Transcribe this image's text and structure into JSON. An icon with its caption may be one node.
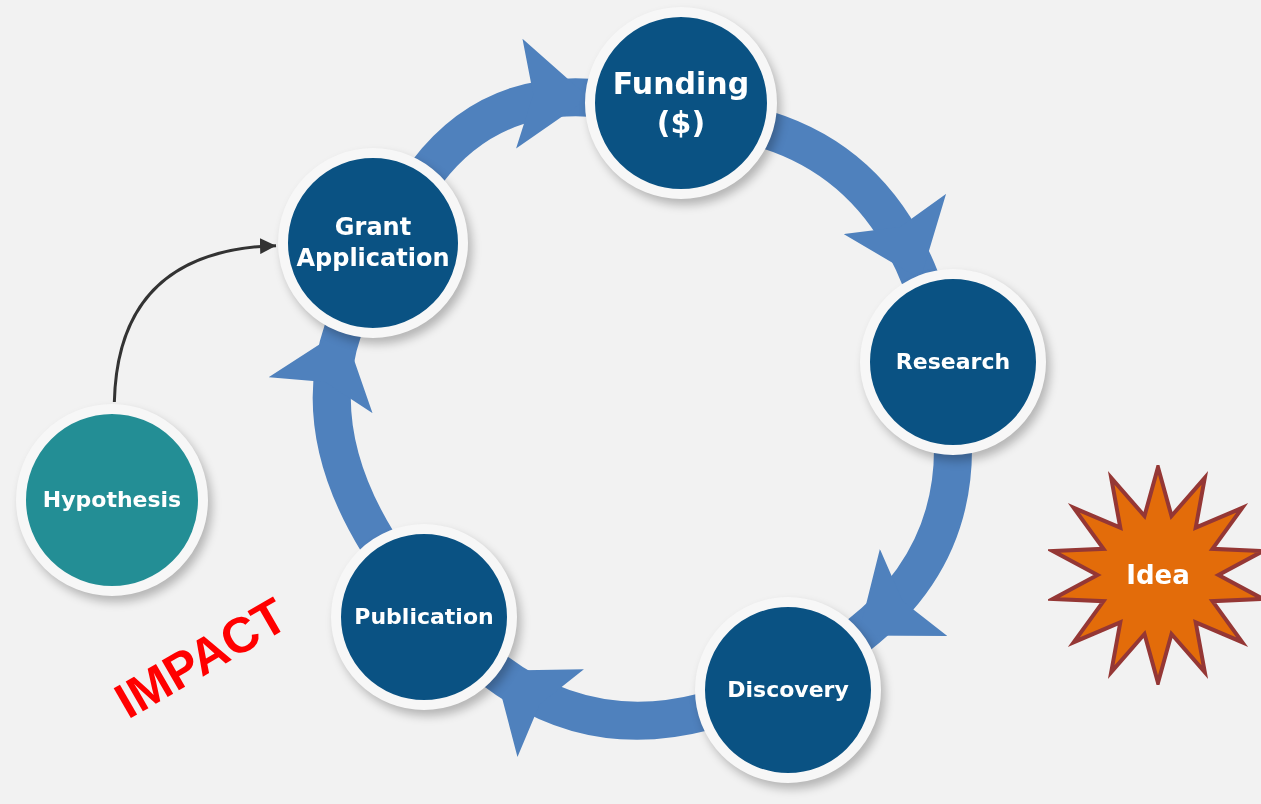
{
  "diagram": {
    "nodes": [
      {
        "text": [
          "Funding ($)"
        ]
      },
      {
        "text": [
          "Research"
        ]
      },
      {
        "text": [
          "Discovery"
        ]
      },
      {
        "text": [
          "Publication"
        ]
      },
      {
        "text": [
          "Grant Application"
        ]
      },
      {
        "text": [
          "Hypothesis"
        ]
      },
      {
        "text": [
          "Idea"
        ]
      }
    ],
    "edges": [
      {
        "from": 4,
        "to": 0,
        "arrow": "to"
      },
      {
        "from": 0,
        "to": 1,
        "arrow": "to"
      },
      {
        "from": 1,
        "to": 2,
        "arrow": "to"
      },
      {
        "from": 2,
        "to": 3,
        "arrow": "to"
      },
      {
        "from": 3,
        "to": 4,
        "arrow": "to"
      },
      {
        "from": 5,
        "to": 4,
        "arrow": "to",
        "color": "#333333"
      }
    ],
    "labels": [
      "IMPACT"
    ]
  }
}
